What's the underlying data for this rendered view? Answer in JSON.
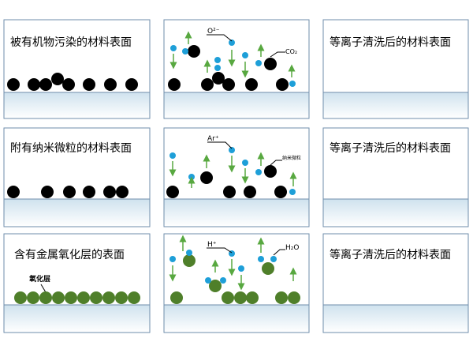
{
  "colors": {
    "border": "#6f8eab",
    "particle_black": "#000000",
    "particle_green": "#4f7f2a",
    "ion_blue": "#1e9fd8",
    "arrow_green": "#58a840",
    "surface_top": "#cfe2ee",
    "surface_bottom": "#ffffff"
  },
  "rows": [
    {
      "left_label": "被有机物污染的材料表面",
      "middle_labels": {
        "ion": "O²⁻",
        "product": "CO₂"
      },
      "right_label": "等离子清洗后的材料表面"
    },
    {
      "left_label": "附有纳米微粒的材料表面",
      "middle_labels": {
        "ion": "Ar⁺",
        "product": "纳米微粒"
      },
      "right_label": "等离子清洗后的材料表面"
    },
    {
      "left_label": "含有金属氧化层的表面",
      "left_sublabel": "氧化层",
      "middle_labels": {
        "ion": "H⁺",
        "product": "H₂O"
      },
      "right_label": "等离子清洗后的材料表面"
    }
  ]
}
